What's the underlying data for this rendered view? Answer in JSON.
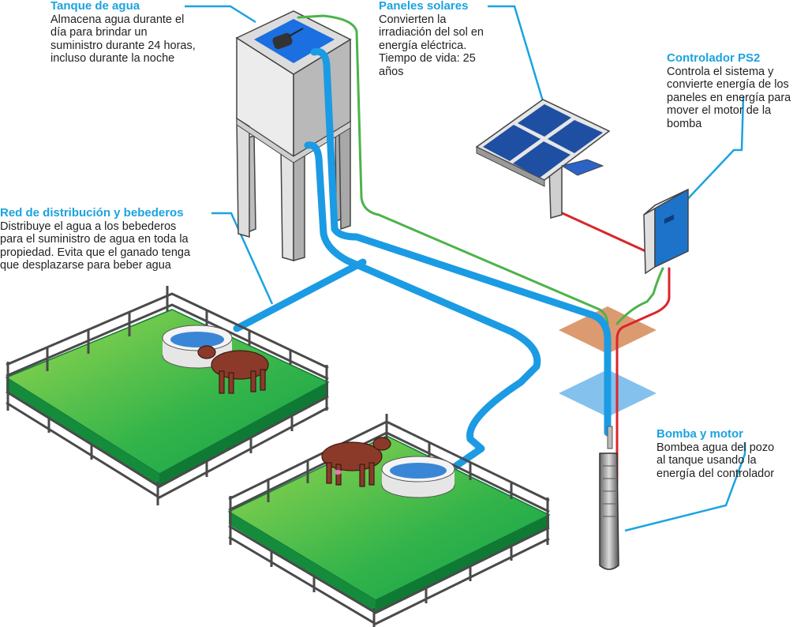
{
  "colors": {
    "accent_title": "#1aa3e0",
    "water_pipe": "#1b9be3",
    "wire_green": "#4cb34a",
    "wire_red": "#d9262c",
    "grass_light": "#8fd14f",
    "grass_dark": "#1aa84a",
    "cow": "#8b3a2a",
    "panel": "#1f4fa3",
    "controller": "#1d72c9"
  },
  "icons": [
    "water-tank-icon",
    "solar-panel-icon",
    "controller-box-icon",
    "water-pump-icon",
    "cow-icon",
    "water-trough-icon",
    "fence-icon"
  ],
  "labels": {
    "tank": {
      "title": "Tanque de agua",
      "body": "Almacena agua durante el\ndía para brindar un\nsuministro durante 24 horas,\nincluso durante la noche"
    },
    "panels": {
      "title": "Paneles solares",
      "body": "Convierten la\nirradiación del sol en\nenergía eléctrica.\nTiempo de vida: 25\naños"
    },
    "controller": {
      "title": "Controlador PS2",
      "body": "Controla el sistema y\nconvierte energía de los\npaneles en energía para\nmover el motor de la\nbomba"
    },
    "network": {
      "title": "Red de distribución y bebederos",
      "body": "Distribuye el agua a los bebederos\npara el suministro de agua en toda la\npropiedad. Evita que el ganado tenga\nque desplazarse para beber agua"
    },
    "pump": {
      "title": "Bomba y motor",
      "body": "Bombea agua del pozo\nal tanque usando la\nenergía del controlador"
    }
  }
}
